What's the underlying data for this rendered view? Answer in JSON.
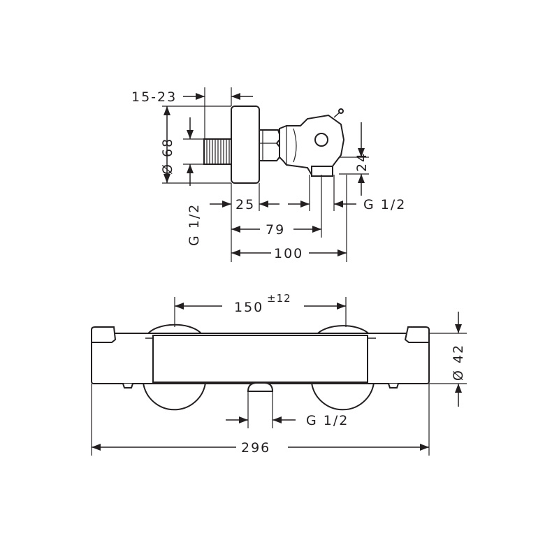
{
  "side_view": {
    "dims": {
      "inlet_range": "15-23",
      "body_diameter": "Ø 68",
      "inlet_thread": "G 1/2",
      "depth_25": "25",
      "depth_79": "79",
      "depth_100": "100",
      "outlet_height": "24",
      "outlet_thread": "G 1/2"
    }
  },
  "front_view": {
    "dims": {
      "center_distance": "150",
      "center_tolerance": "±12",
      "body_diameter": "Ø 42",
      "outlet_thread": "G 1/2",
      "overall_length": "296"
    }
  }
}
